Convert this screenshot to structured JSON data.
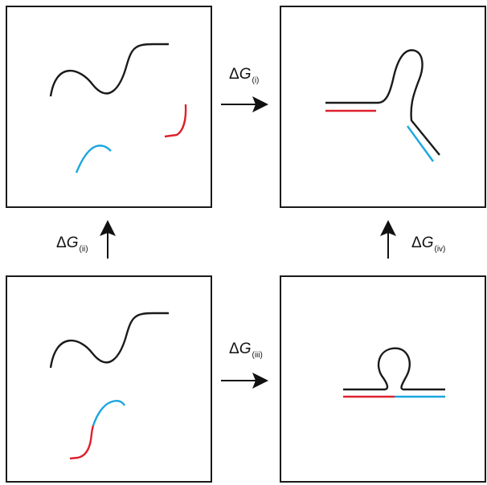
{
  "colors": {
    "strand": "#1a1a1a",
    "red_strand": "#e0202e",
    "blue_strand": "#1aa6df",
    "box_border": "#1a1a1a",
    "arrow": "#111111"
  },
  "labels": {
    "step_i": {
      "delta": "Δ",
      "symbol": "G",
      "subscript": "(i)"
    },
    "step_ii": {
      "delta": "Δ",
      "symbol": "G",
      "subscript": "(ii)"
    },
    "step_iii": {
      "delta": "Δ",
      "symbol": "G",
      "subscript": "(iii)"
    },
    "step_iv": {
      "delta": "Δ",
      "symbol": "G",
      "subscript": "(iv)"
    }
  },
  "arrows": {
    "step_i": "right",
    "step_ii": "up",
    "step_iii": "right",
    "step_iv": "up"
  }
}
